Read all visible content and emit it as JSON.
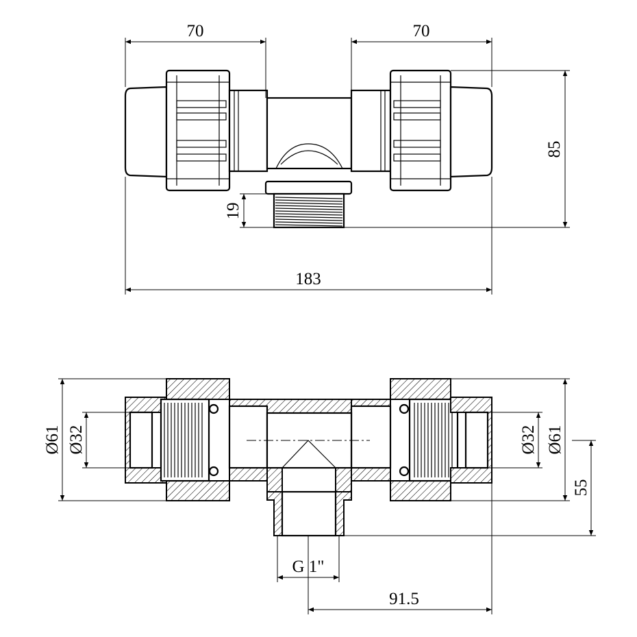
{
  "top_view": {
    "dim_left_length": "70",
    "dim_right_length": "70",
    "dim_height": "85",
    "dim_thread_length": "19",
    "dim_total_length": "183"
  },
  "section_view": {
    "dim_left_outer_diameter": "Ø61",
    "dim_left_inner_diameter": "Ø32",
    "dim_right_inner_diameter": "Ø32",
    "dim_right_outer_diameter": "Ø61",
    "dim_branch_height": "55",
    "dim_thread": "G 1\"",
    "dim_half_length": "91.5"
  }
}
